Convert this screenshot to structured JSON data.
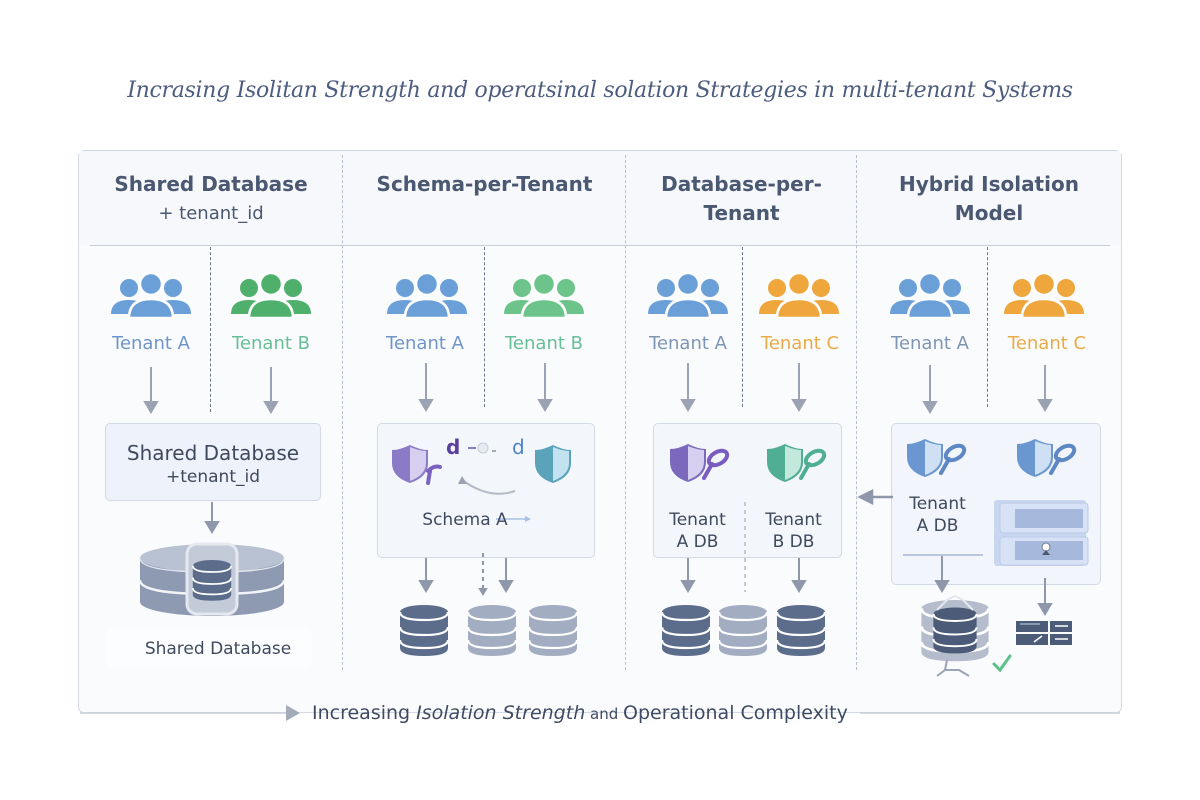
{
  "title": "Incrasing Isolitan Strength and operatsinal solation Strategies in multi-tenant Systems",
  "columns": [
    {
      "heading": "Shared Database",
      "subheading": "+ tenant_id",
      "tenants": [
        {
          "label": "Tenant A",
          "color": "#6a9fd8"
        },
        {
          "label": "Tenant B",
          "color": "#4fb06b"
        }
      ],
      "box_title": "Shared Database",
      "box_subtitle": "+tenant_id",
      "storage_label": "Shared Database"
    },
    {
      "heading": "Schema-per-Tenant",
      "tenants": [
        {
          "label": "Tenant A",
          "color": "#6a9fd8"
        },
        {
          "label": "Tenant B",
          "color": "#6cc48a"
        }
      ],
      "box_label": "Schema A",
      "icons": [
        "shield-wrench-icon",
        "link-icon",
        "shield-icon"
      ]
    },
    {
      "heading": "Database-per-",
      "heading_line2": "Tenant",
      "tenants": [
        {
          "label": "Tenant A",
          "color": "#6a9fd8"
        },
        {
          "label": "Tenant C",
          "color": "#eea63d"
        }
      ],
      "db_labels": [
        "Tenant\nA DB",
        "Tenant\nB DB"
      ],
      "db_label_lines": [
        [
          "Tenant",
          "A DB"
        ],
        [
          "Tenant",
          "B DB"
        ]
      ]
    },
    {
      "heading": "Hybrid Isolation",
      "heading_line2": "Model",
      "tenants": [
        {
          "label": "Tenant A",
          "color": "#6a9fd8"
        },
        {
          "label": "Tenant C",
          "color": "#eea63d"
        }
      ],
      "db_label_lines": [
        "Tenant",
        "A DB"
      ]
    }
  ],
  "footer": {
    "prefix": "Increasing ",
    "italic": "Isolation Strength",
    "middle": " and ",
    "suffix": "Operational Complexity"
  },
  "colors": {
    "blue_tenant": "#6a9fd8",
    "green_tenant": "#4fb06b",
    "orange_tenant": "#eea63d",
    "label_blue": "#6f94c8",
    "label_green": "#68be96",
    "label_orange": "#e9ab48",
    "label_grey_blue": "#7f95b5",
    "db_dark": "#5c6d8c",
    "db_light": "#a7b1c4"
  }
}
